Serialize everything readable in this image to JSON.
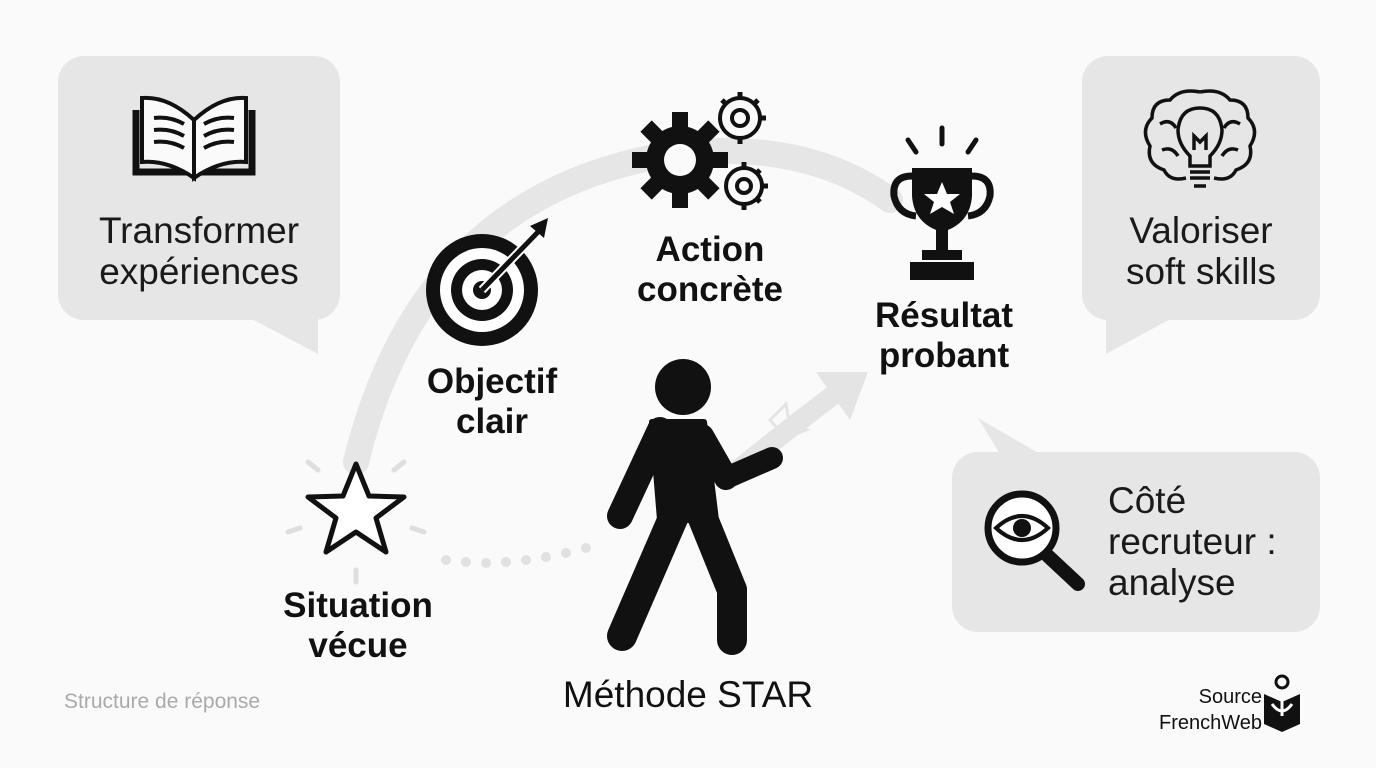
{
  "bubbles": {
    "transform": {
      "lines": [
        "Transformer",
        "expériences"
      ],
      "icon": "open-book-icon"
    },
    "soft_skills": {
      "lines": [
        "Valoriser",
        "soft skills"
      ],
      "icon": "brain-lightbulb-icon"
    },
    "recruiter": {
      "lines": [
        "Côté",
        "recruteur :",
        "analyse"
      ],
      "icon": "magnifier-eye-icon"
    }
  },
  "steps": [
    {
      "key": "situation",
      "lines": [
        "Situation",
        "vécue"
      ],
      "icon": "star-icon"
    },
    {
      "key": "objectif",
      "lines": [
        "Objectif",
        "clair"
      ],
      "icon": "target-icon"
    },
    {
      "key": "action",
      "lines": [
        "Action",
        "concrète"
      ],
      "icon": "gears-icon"
    },
    {
      "key": "resultat",
      "lines": [
        "Résultat",
        "probant"
      ],
      "icon": "trophy-icon"
    }
  ],
  "central_figure": {
    "icon": "walking-person-icon"
  },
  "main_title": "Méthode STAR",
  "subtitle": "Structure de réponse",
  "source": {
    "label": "Source",
    "name": "FrenchWeb",
    "icon": "frenchweb-logo-icon"
  },
  "colors": {
    "bubble": "#e6e6e6",
    "arc": "#e6e6e6",
    "ink": "#111111",
    "muted": "#aaaaaa"
  }
}
